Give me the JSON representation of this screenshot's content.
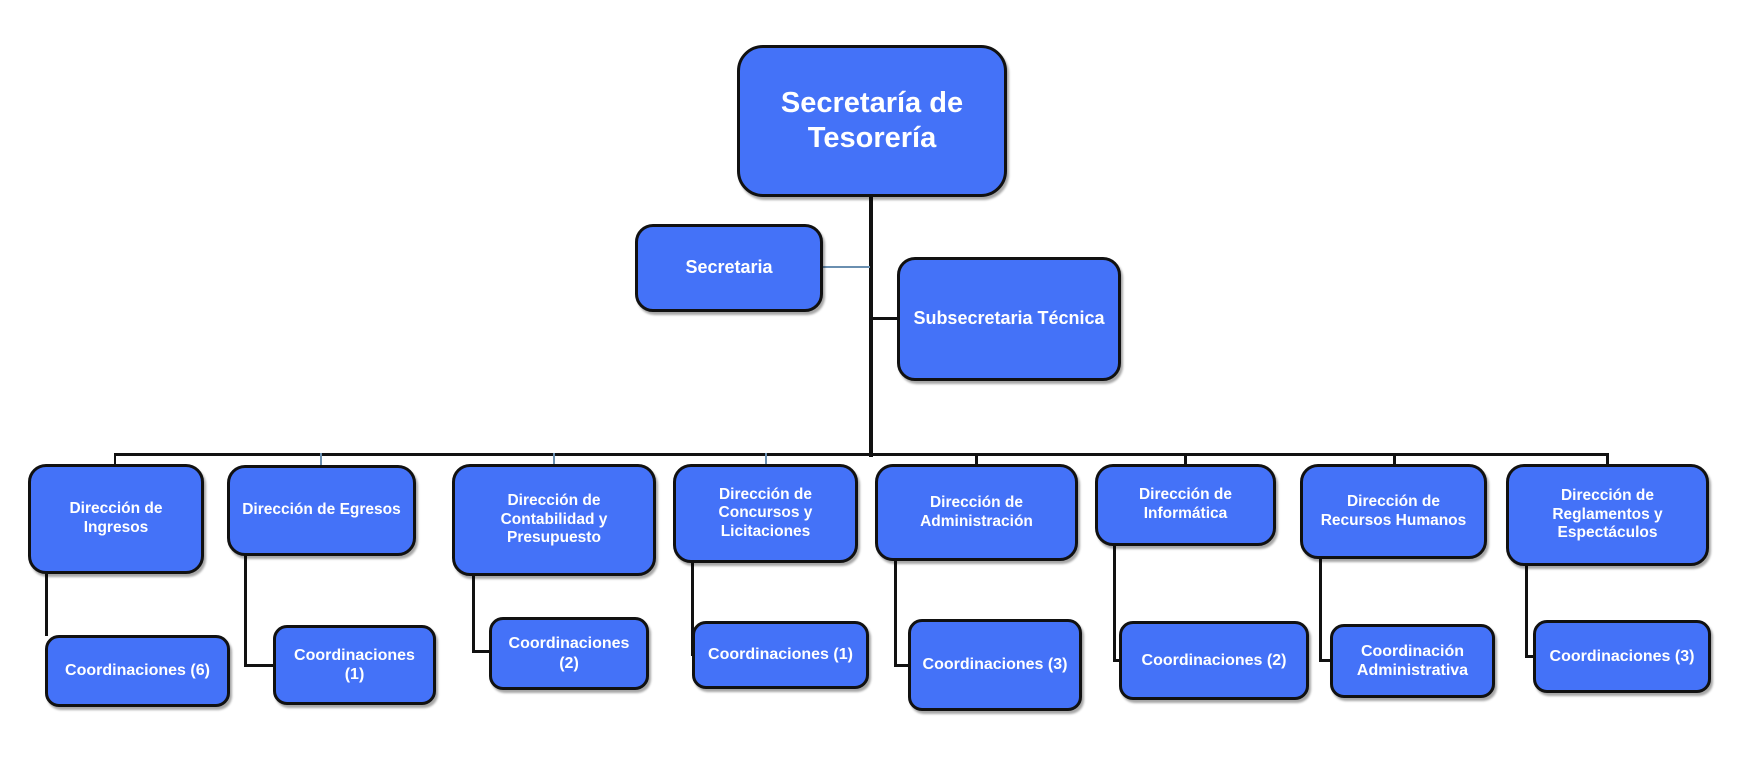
{
  "diagram": {
    "type": "org-chart",
    "colors": {
      "node_fill": "#4472F8",
      "node_border": "#111111",
      "node_text": "#ffffff",
      "connector": "#111111",
      "connector_secondary": "#6a8fb0"
    },
    "root": {
      "label": "Secretaría de Tesorería"
    },
    "staff": [
      {
        "label": "Secretaria"
      },
      {
        "label": "Subsecretaria Técnica"
      }
    ],
    "directions": [
      {
        "label": "Dirección de Ingresos",
        "child": "Coordinaciones (6)"
      },
      {
        "label": "Dirección de Egresos",
        "child": "Coordinaciones (1)"
      },
      {
        "label": "Dirección de Contabilidad y Presupuesto",
        "child": "Coordinaciones (2)"
      },
      {
        "label": "Dirección de Concursos y Licitaciones",
        "child": "Coordinaciones (1)"
      },
      {
        "label": "Dirección de Administración",
        "child": "Coordinaciones (3)"
      },
      {
        "label": "Dirección de Informática",
        "child": "Coordinaciones (2)"
      },
      {
        "label": "Dirección de Recursos Humanos",
        "child": "Coordinación Administrativa"
      },
      {
        "label": "Dirección de Reglamentos y Espectáculos",
        "child": "Coordinaciones (3)"
      }
    ]
  }
}
